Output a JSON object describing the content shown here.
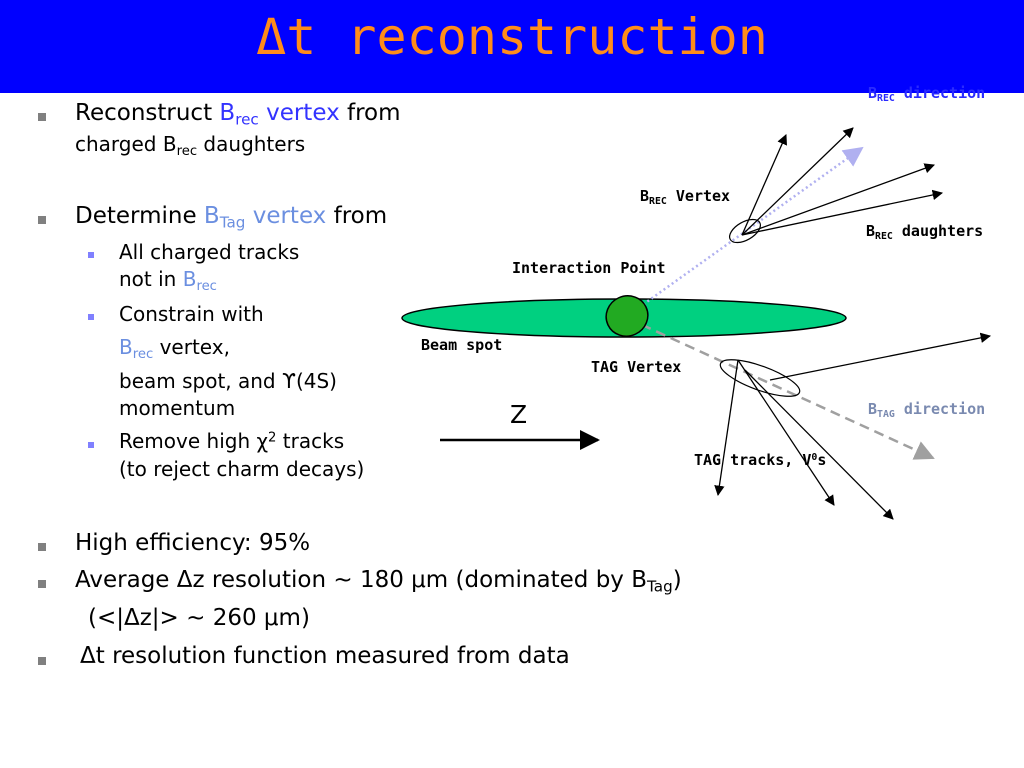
{
  "title": "Δt reconstruction",
  "bullets": {
    "b1_a": "Reconstruct ",
    "b1_b": "B",
    "b1_b_sub": "rec",
    "b1_c": " vertex",
    "b1_d": " from",
    "b1_line2_a": "charged B",
    "b1_line2_sub": "rec",
    "b1_line2_b": " daughters",
    "b2_a": "Determine ",
    "b2_b": "B",
    "b2_b_sub": "Tag",
    "b2_c": " vertex",
    "b2_d": " from",
    "s1_line1": "All charged tracks",
    "s1_line2_a": "not in ",
    "s1_line2_b": "B",
    "s1_line2_sub": "rec",
    "s2_line1": "Constrain with",
    "s2_line2_a": "B",
    "s2_line2_sub": "rec",
    "s2_line2_b": " vertex,",
    "s2_line3": "beam spot, and ϒ(4S)",
    "s2_line4": "momentum",
    "s3_line1_a": "Remove high χ",
    "s3_line1_sup": "2",
    "s3_line1_b": " tracks",
    "s3_line2": "(to reject charm decays)",
    "b3": "High efficiency: 95%",
    "b4_a": "Average Δz resolution ~ 180 μm (dominated by B",
    "b4_sub": "Tag",
    "b4_b": ")",
    "b4_line2": "(<|Δz|> ~ 260 μm)",
    "b5": "Δt resolution function measured from data"
  },
  "diagram": {
    "brec_direction_a": "B",
    "brec_direction_sub": "REC",
    "brec_direction_b": " direction",
    "brec_vertex_a": "B",
    "brec_vertex_sub": "REC",
    "brec_vertex_b": " Vertex",
    "brec_daughters_a": "B",
    "brec_daughters_sub": "REC",
    "brec_daughters_b": " daughters",
    "interaction_point": "Interaction Point",
    "beam_spot": "Beam spot",
    "tag_vertex": "TAG Vertex",
    "z_label": "Z",
    "btag_direction_a": "B",
    "btag_direction_sub": "TAG",
    "btag_direction_b": " direction",
    "tag_tracks_a": "TAG tracks, V",
    "tag_tracks_sup": "0",
    "tag_tracks_b": "s"
  },
  "colors": {
    "title_bg": "#0000ff",
    "title_text": "#ff8c1a",
    "beam_spot": "#00d080",
    "interaction_point": "#22aa22",
    "brec_direction_line": "#b0b0f0",
    "btag_direction_line": "#a0a0a0",
    "accent_blue": "#3333ff"
  },
  "icons": {
    "bullet_main": "square-bullet-icon",
    "bullet_sub": "small-square-bullet-icon",
    "z_axis_arrow": "right-arrow-icon"
  }
}
